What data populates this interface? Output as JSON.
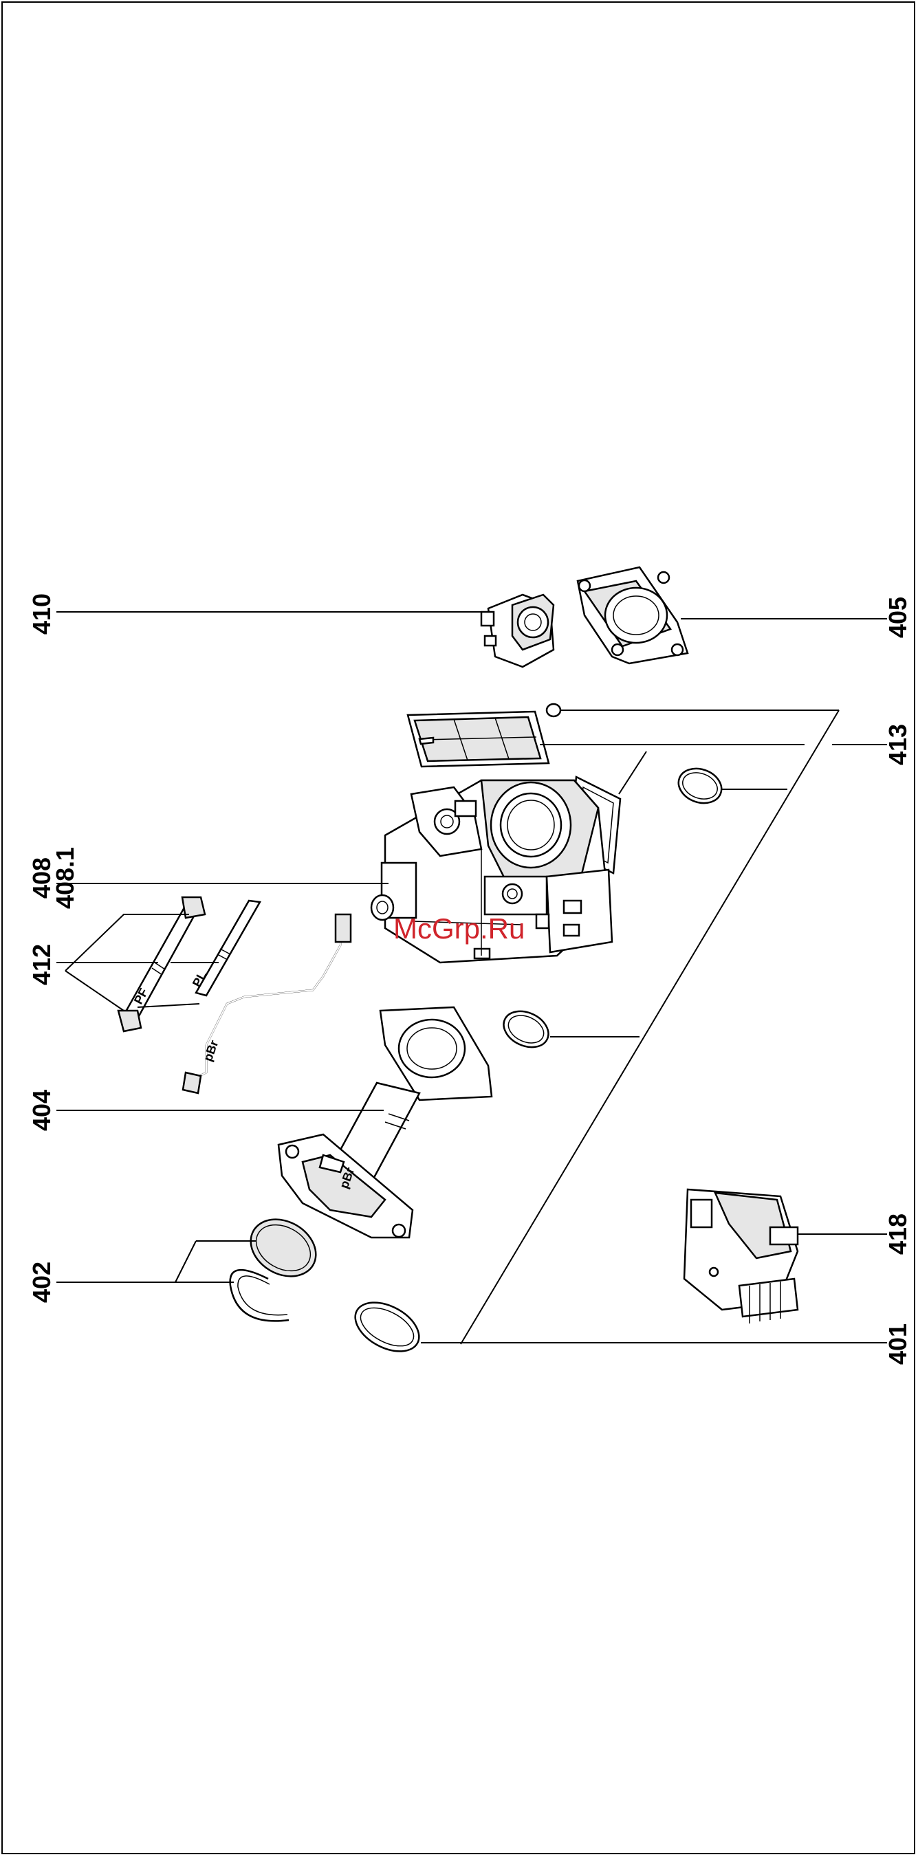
{
  "labels": {
    "l410": "410",
    "l408": "408",
    "l4081": "408.1",
    "l412": "412",
    "l404": "404",
    "l402": "402",
    "l405": "405",
    "l413": "413",
    "l418": "418",
    "l401": "401"
  },
  "tube_marks": {
    "pf": "PF",
    "pl": "PL",
    "pbr_tube": "pBr",
    "pbr_flange": "pBr"
  },
  "watermark": "McGrp.Ru"
}
